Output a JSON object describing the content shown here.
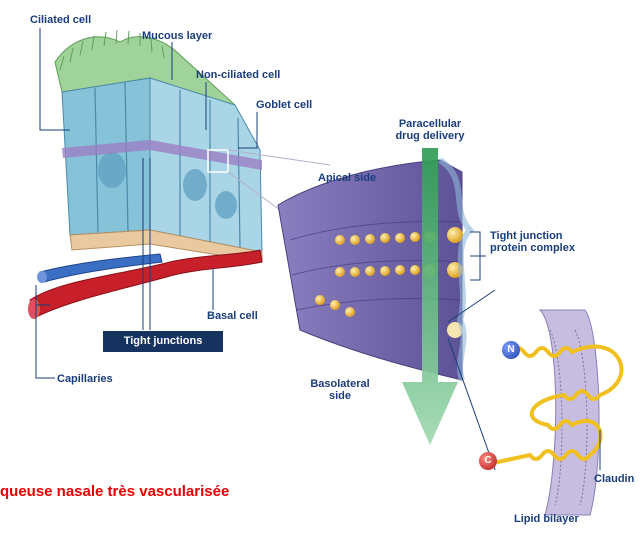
{
  "labels": {
    "ciliated_cell": "Ciliated cell",
    "mucous_layer": "Mucous layer",
    "non_ciliated_cell": "Non-ciliated cell",
    "goblet_cell": "Goblet cell",
    "paracellular_line1": "Paracellular",
    "paracellular_line2": "drug delivery",
    "apical_side": "Apical side",
    "tight_junction_complex_line1": "Tight junction",
    "tight_junction_complex_line2": "protein complex",
    "basal_cell": "Basal cell",
    "tight_junctions": "Tight junctions",
    "capillaries": "Capillaries",
    "basolateral_line1": "Basolateral",
    "basolateral_line2": "side",
    "claudin": "Claudin",
    "lipid_bilayer": "Lipid bilayer",
    "n_terminus": "N",
    "c_terminus": "C"
  },
  "caption": "queuse nasale très vascularisée",
  "colors": {
    "label_text": "#1a3d7c",
    "caption": "#e60000",
    "label_box": "#16325f",
    "cell_blue": "#8ec6dc",
    "mucus_green": "#8fc88a",
    "membrane_purple": "#7b6fb0",
    "junction_gold": "#e8b83a",
    "capillary_red": "#c8202a",
    "arrow_green": "#3aa860"
  }
}
